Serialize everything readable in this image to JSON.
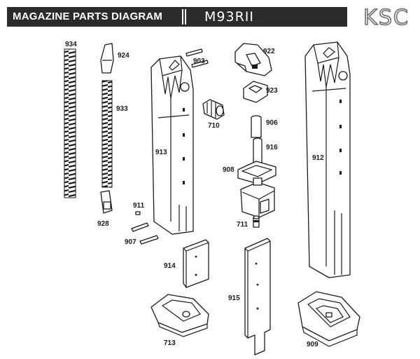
{
  "header": {
    "title": "MAGAZINE PARTS DIAGRAM",
    "model": "M93RII",
    "brand": "KSC"
  },
  "colors": {
    "header_bg": "#2b2b2b",
    "header_text": "#ffffff",
    "line": "#1a1a1a",
    "logo": "#6f6f6f"
  },
  "parts": {
    "p934": "934",
    "p924": "924",
    "p933": "933",
    "p928": "928",
    "p903": "903",
    "p913": "913",
    "p911": "911",
    "p907": "907",
    "p710": "710",
    "p922": "922",
    "p923": "923",
    "p906": "906",
    "p916": "916",
    "p908": "908",
    "p711": "711",
    "p912": "912",
    "p914": "914",
    "p915": "915",
    "p713": "713",
    "p909": "909"
  }
}
